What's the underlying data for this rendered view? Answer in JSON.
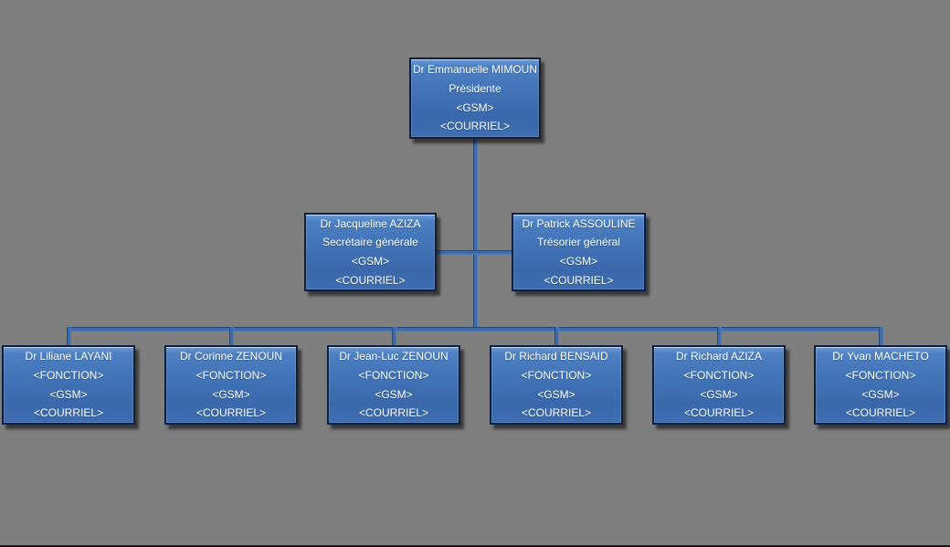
{
  "canvas": {
    "background_color": "#7f7f7f",
    "node_fill_color": "#3F70B5",
    "node_border_color": "#0e1f3d",
    "connector_color": "#3d6ba9",
    "text_color": "#ffffff"
  },
  "org_chart": {
    "root": {
      "name": "Dr Emmanuelle MIMOUN",
      "role": "Présidente",
      "gsm": "<GSM>",
      "courriel": "<COURRIEL>"
    },
    "level2": [
      {
        "name": "Dr Jacqueline AZIZA",
        "role": "Secrétaire générale",
        "gsm": "<GSM>",
        "courriel": "<COURRIEL>"
      },
      {
        "name": "Dr Patrick ASSOULINE",
        "role": "Trésorier général",
        "gsm": "<GSM>",
        "courriel": "<COURRIEL>"
      }
    ],
    "level3": [
      {
        "name": "Dr Liliane LAYANI",
        "role": "<FONCTION>",
        "gsm": "<GSM>",
        "courriel": "<COURRIEL>"
      },
      {
        "name": "Dr Corinne ZENOUN",
        "role": "<FONCTION>",
        "gsm": "<GSM>",
        "courriel": "<COURRIEL>"
      },
      {
        "name": "Dr Jean-Luc ZENOUN",
        "role": "<FONCTION>",
        "gsm": "<GSM>",
        "courriel": "<COURRIEL>"
      },
      {
        "name": "Dr Richard BENSAID",
        "role": "<FONCTION>",
        "gsm": "<GSM>",
        "courriel": "<COURRIEL>"
      },
      {
        "name": "Dr Richard AZIZA",
        "role": "<FONCTION>",
        "gsm": "<GSM>",
        "courriel": "<COURRIEL>"
      },
      {
        "name": "Dr Yvan MACHETO",
        "role": "<FONCTION>",
        "gsm": "<GSM>",
        "courriel": "<COURRIEL>"
      }
    ]
  }
}
